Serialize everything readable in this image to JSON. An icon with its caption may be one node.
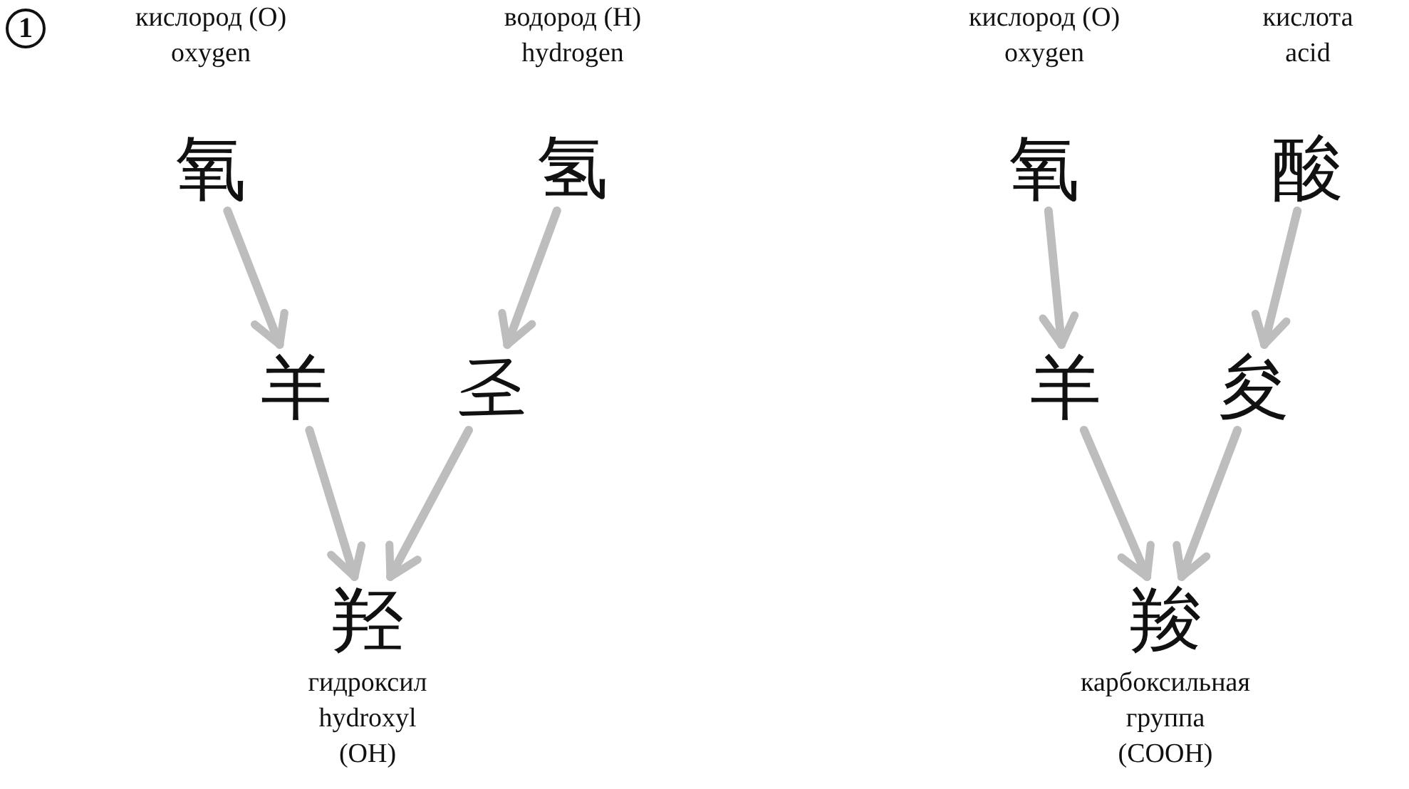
{
  "diagram": {
    "nodes": [
      {
        "text": [
          "氧"
        ],
        "beside": [
          "кислород (O)",
          "oxygen"
        ]
      },
      {
        "text": [
          "氢"
        ],
        "beside": [
          "водород (H)",
          "hydrogen"
        ]
      },
      {
        "text": [
          "羊"
        ]
      },
      {
        "text": [
          "𢀖"
        ]
      },
      {
        "text": [
          "羟"
        ],
        "beside": [
          "гидроксил",
          "hydroxyl",
          "(OH)"
        ]
      },
      {
        "text": [
          "氧"
        ],
        "beside": [
          "кислород (O)",
          "oxygen"
        ]
      },
      {
        "text": [
          "酸"
        ],
        "beside": [
          "кислота",
          "acid"
        ]
      },
      {
        "text": [
          "羊"
        ]
      },
      {
        "text": [
          "夋"
        ]
      },
      {
        "text": [
          "羧"
        ],
        "beside": [
          "карбоксильная группа",
          "(COOH)"
        ]
      }
    ],
    "edges": [
      {
        "from": 0,
        "to": 2,
        "arrow": "to"
      },
      {
        "from": 1,
        "to": 3,
        "arrow": "to"
      },
      {
        "from": 2,
        "to": 4,
        "arrow": "to"
      },
      {
        "from": 3,
        "to": 4,
        "arrow": "to"
      },
      {
        "from": 5,
        "to": 7,
        "arrow": "to"
      },
      {
        "from": 6,
        "to": 8,
        "arrow": "to"
      },
      {
        "from": 7,
        "to": 9,
        "arrow": "to"
      },
      {
        "from": 8,
        "to": 9,
        "arrow": "to"
      }
    ],
    "labels": [
      "1"
    ]
  }
}
